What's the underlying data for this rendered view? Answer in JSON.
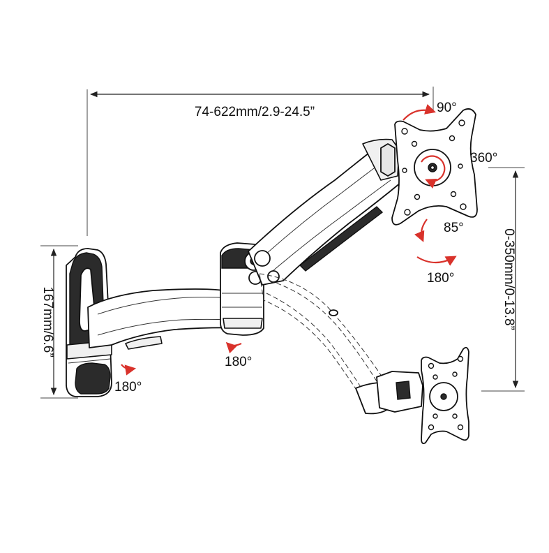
{
  "colors": {
    "rotation_arrow": "#d9322b",
    "line": "#111111"
  },
  "labels": {
    "reach": "74-622mm/2.9-24.5”",
    "height_travel": "0-350mm/0-13.8”",
    "wall_plate_height": "167mm/6.6”",
    "tilt": "90°",
    "rotation": "360°",
    "pan_lower": "85°",
    "swivel_head": "180°",
    "swivel_elbow": "180°",
    "swivel_wall": "180°"
  }
}
